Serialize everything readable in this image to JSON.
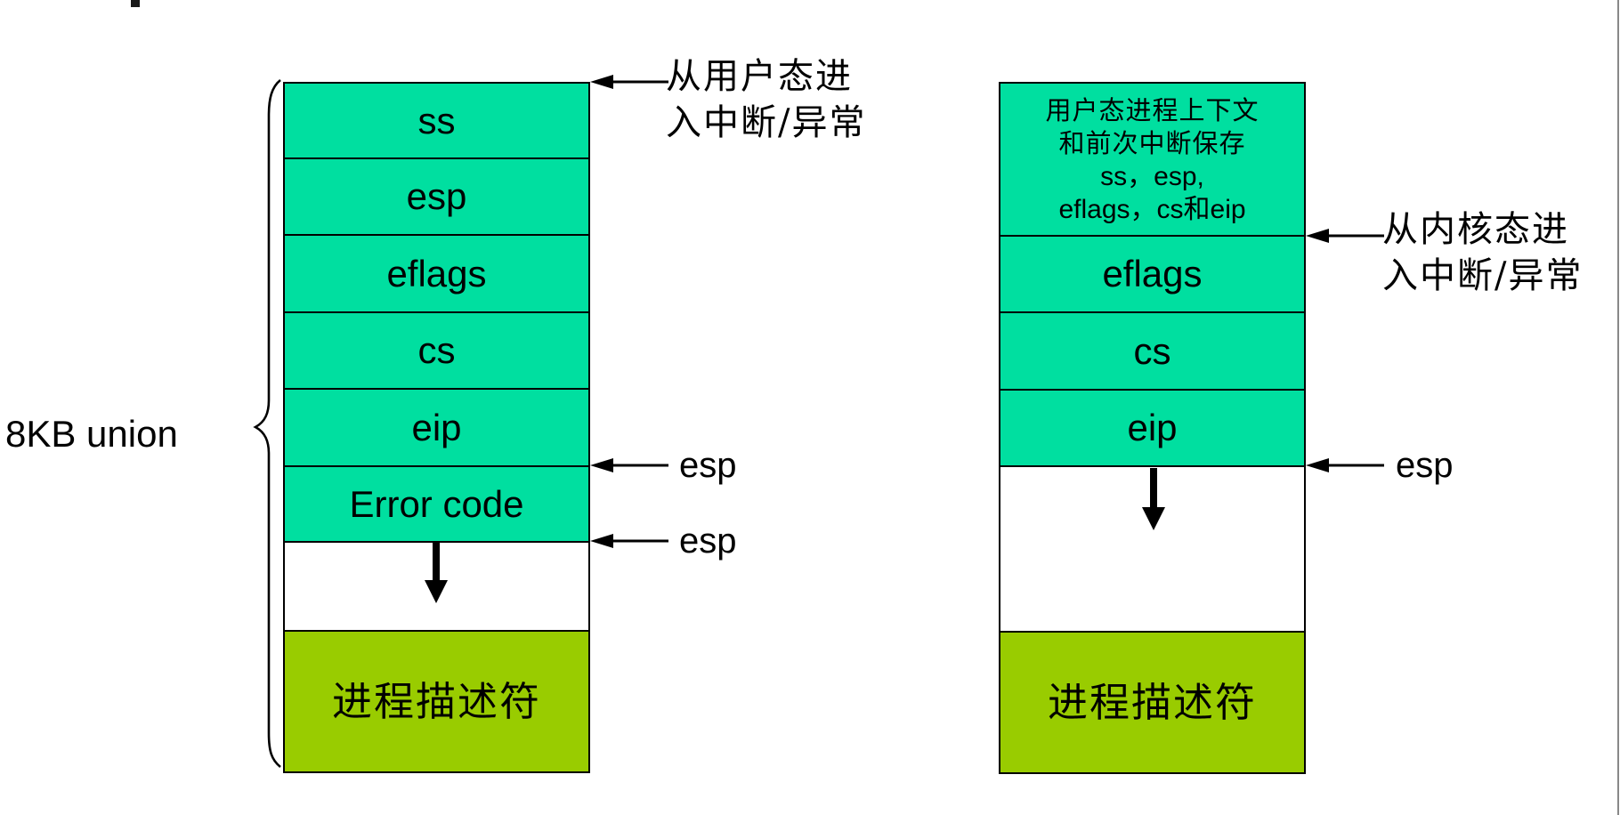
{
  "page": {
    "background_color": "#ffffff",
    "right_border_color": "#888888",
    "title_fragment_color": "#1a1a1a"
  },
  "colors": {
    "cell_teal": "#00DFA0",
    "cell_olive": "#99CC00",
    "cell_white": "#ffffff",
    "stroke": "#000000"
  },
  "left_stack": {
    "brace_label": "8KB union",
    "cells": [
      {
        "label": "ss"
      },
      {
        "label": "esp"
      },
      {
        "label": "eflags"
      },
      {
        "label": "cs"
      },
      {
        "label": "eip"
      },
      {
        "label": "Error code"
      },
      {
        "label": ""
      },
      {
        "label": "进程描述符"
      }
    ],
    "top_annotation_line1": "从用户态进",
    "top_annotation_line2": "入中断/异常",
    "esp_label_upper": "esp",
    "esp_label_lower": "esp"
  },
  "right_stack": {
    "top_cell_line1": "用户态进程上下文",
    "top_cell_line2": "和前次中断保存",
    "top_cell_line3": "ss，esp,",
    "top_cell_line4": "eflags，cs和eip",
    "cells": [
      {
        "label": "eflags"
      },
      {
        "label": "cs"
      },
      {
        "label": "eip"
      },
      {
        "label": ""
      },
      {
        "label": "进程描述符"
      }
    ],
    "annotation_line1": "从内核态进",
    "annotation_line2": "入中断/异常",
    "esp_label": "esp"
  }
}
